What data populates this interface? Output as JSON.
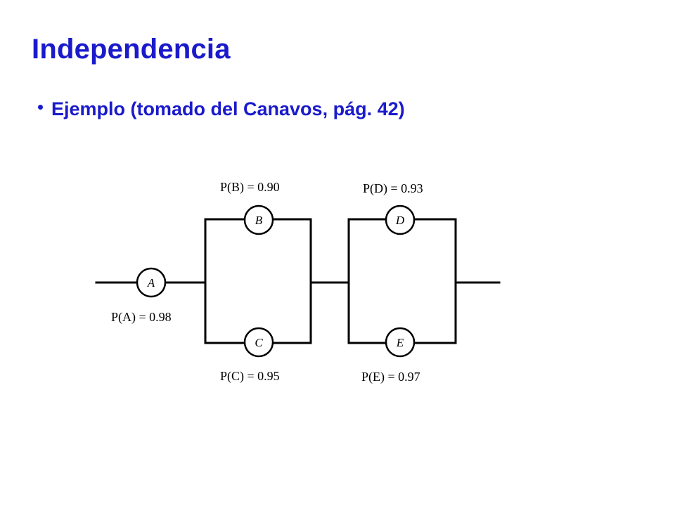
{
  "slide": {
    "title": "Independencia",
    "bullet": "Ejemplo (tomado del Canavos, pág. 42)"
  },
  "diagram": {
    "components": [
      {
        "id": "A",
        "prob_label": "P(A) = 0.98"
      },
      {
        "id": "B",
        "prob_label": "P(B) = 0.90"
      },
      {
        "id": "C",
        "prob_label": "P(C) = 0.95"
      },
      {
        "id": "D",
        "prob_label": "P(D) = 0.93"
      },
      {
        "id": "E",
        "prob_label": "P(E) = 0.97"
      }
    ]
  },
  "colors": {
    "heading": "#1a1acc",
    "line": "#000000"
  }
}
